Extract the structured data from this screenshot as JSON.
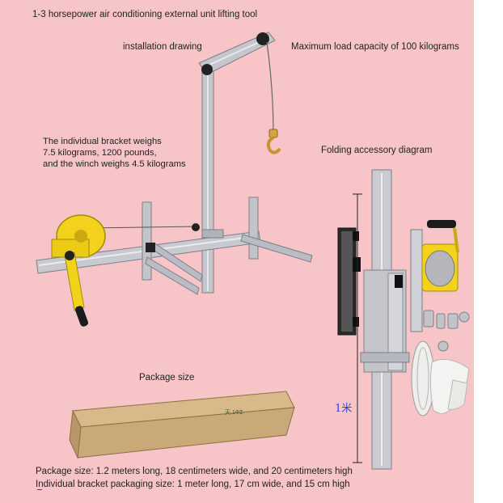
{
  "texts": {
    "title": "1-3 horsepower air conditioning external unit lifting tool",
    "installation": "installation drawing",
    "max_load": "Maximum load capacity of 100 kilograms",
    "weight_line1": "The individual bracket weighs",
    "weight_line2": "7.5 kilograms, 1200 pounds,",
    "weight_line3": "and the winch weighs 4.5 kilograms",
    "folding": "Folding accessory diagram",
    "package_size_title": "Package size",
    "box_label": "天.1ΦΣ",
    "measure_mark": "1米",
    "package_note": "Package size: 1.2 meters long, 18 centimeters wide, and 20 centimeters high",
    "bracket_note": "Individual bracket packaging size: 1 meter long, 17 cm wide, and 15 cm high"
  },
  "colors": {
    "background": "#f7c5c8",
    "metal": "#b9bcc4",
    "winch": "#f2d21c",
    "box": "#c9a978",
    "measure": "#3740c8"
  },
  "icons": [
    "hook-icon",
    "pulley-icon",
    "winch-handle-icon",
    "glove-icon",
    "strap-coil-icon"
  ]
}
